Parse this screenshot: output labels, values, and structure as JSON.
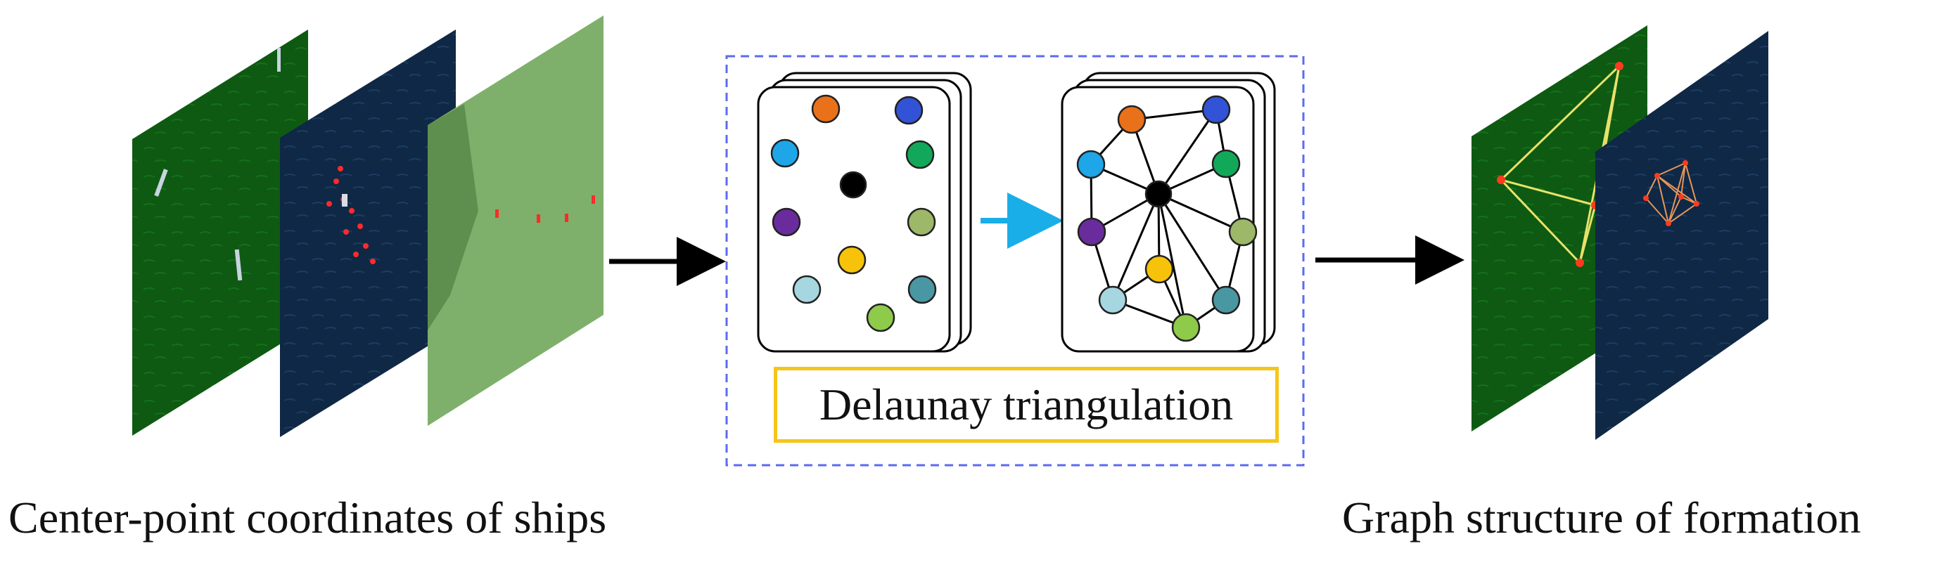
{
  "captions": {
    "left": "Center-point coordinates of ships",
    "right": "Graph structure of formation"
  },
  "method_label": "Delaunay triangulation",
  "colors": {
    "dashed_border": "#5b6bf0",
    "label_border": "#f5c518",
    "transition_arrow": "#1aaee8",
    "flow_arrow": "#000000",
    "center_node": "#000000",
    "edge_lines": "#000000",
    "graph_overlay_edges": "#e8e26a",
    "graph_overlay_nodes": "#ff3b1f",
    "panel_green": "#0e5a12",
    "panel_navy": "#0f2845",
    "panel_light_green": "#7fb06b"
  },
  "nodes": [
    {
      "id": "orange",
      "color": "#e8711a"
    },
    {
      "id": "blue",
      "color": "#3253d6"
    },
    {
      "id": "sky",
      "color": "#1ea6e8"
    },
    {
      "id": "green",
      "color": "#12a85a"
    },
    {
      "id": "center",
      "color": "#000000"
    },
    {
      "id": "purple",
      "color": "#6a2c9c"
    },
    {
      "id": "olive",
      "color": "#9cb868"
    },
    {
      "id": "yellow",
      "color": "#f7c20a"
    },
    {
      "id": "light-blue",
      "color": "#a6d6e0"
    },
    {
      "id": "teal",
      "color": "#4a97a4"
    },
    {
      "id": "lime",
      "color": "#8ecb4a"
    }
  ],
  "edges": [
    [
      "center",
      "orange"
    ],
    [
      "center",
      "blue"
    ],
    [
      "center",
      "sky"
    ],
    [
      "center",
      "green"
    ],
    [
      "center",
      "purple"
    ],
    [
      "center",
      "olive"
    ],
    [
      "center",
      "yellow"
    ],
    [
      "center",
      "light-blue"
    ],
    [
      "center",
      "teal"
    ],
    [
      "center",
      "lime"
    ],
    [
      "orange",
      "blue"
    ],
    [
      "blue",
      "green"
    ],
    [
      "green",
      "olive"
    ],
    [
      "olive",
      "teal"
    ],
    [
      "teal",
      "lime"
    ],
    [
      "lime",
      "light-blue"
    ],
    [
      "light-blue",
      "purple"
    ],
    [
      "purple",
      "sky"
    ],
    [
      "sky",
      "orange"
    ],
    [
      "yellow",
      "light-blue"
    ],
    [
      "yellow",
      "lime"
    ]
  ]
}
